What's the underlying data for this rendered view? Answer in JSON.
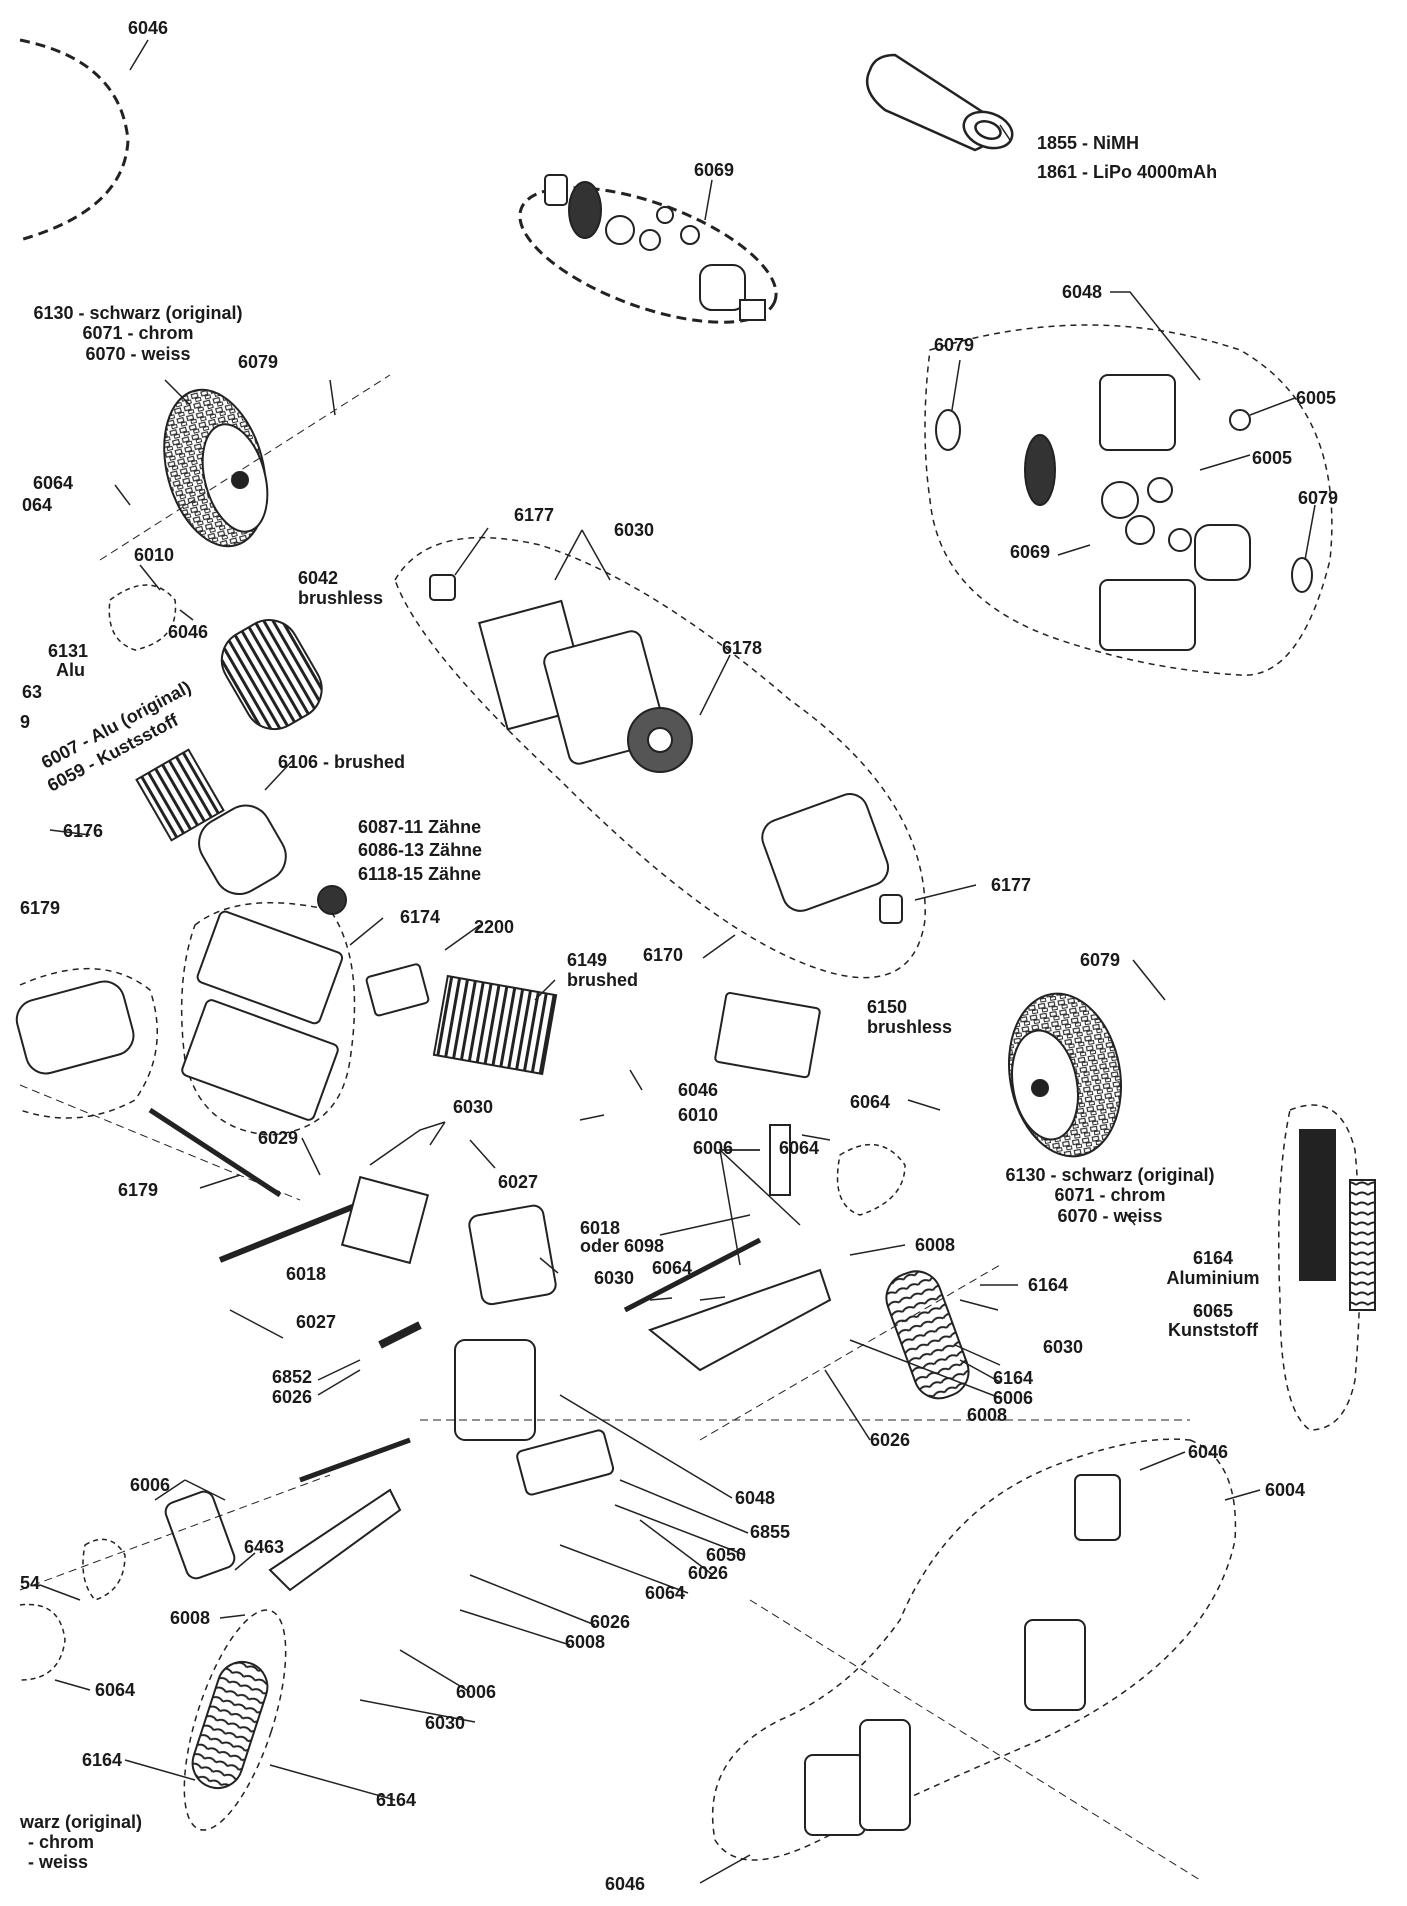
{
  "labels": {
    "l6046_top": "6046",
    "l1855": "1855 - NiMH",
    "l1861": "1861 - LiPo 4000mAh",
    "l6069_top": "6069",
    "l6048_top": "6048",
    "l6079_r1": "6079",
    "l6005_a": "6005",
    "l6005_b": "6005",
    "l6079_r2": "6079",
    "l6069_r": "6069",
    "l6130_l1": "6130 - schwarz (original)",
    "l6071_l": "6071 - chrom",
    "l6070_l": "6070 - weiss",
    "l6079_l": "6079",
    "l6064_a": "6064",
    "l6064_b": "064",
    "l6010_a": "6010",
    "l6046_l": "6046",
    "l6131": "6131",
    "lAlu": "Alu",
    "l63": "63",
    "l9": "9",
    "l6007": "6007 - Alu (original)",
    "l6059": "6059 - Kustsstoff",
    "l6042": "6042",
    "lbrushless_a": "brushless",
    "l6177_a": "6177",
    "l6030_a": "6030",
    "l6178": "6178",
    "l6106": "6106 - brushed",
    "l6176": "6176",
    "l6087": "6087-11 Zähne",
    "l6086": "6086-13 Zähne",
    "l6118": "6118-15 Zähne",
    "l6179_a": "6179",
    "l6174": "6174",
    "l2200": "2200",
    "l6149": "6149",
    "lbrushed_b": "brushed",
    "l6170": "6170",
    "l6177_b": "6177",
    "l6079_c": "6079",
    "l6150": "6150",
    "lbrushless_b": "brushless",
    "l6046_m": "6046",
    "l6010_m": "6010",
    "l6064_m1": "6064",
    "l6030_m": "6030",
    "l6029": "6029",
    "l6027_a": "6027",
    "l6006_m": "6006",
    "l6064_m2": "6064",
    "l6130_r": "6130 - schwarz (original)",
    "l6071_r": "6071 - chrom",
    "l6070_r": "6070 - weiss",
    "l6179_b": "6179",
    "l6018_a": "6018",
    "loder": "oder 6098",
    "l6064_m3": "6064",
    "l6008_a": "6008",
    "l6164_a": "6164",
    "lAluminium": "Aluminium",
    "l6065": "6065",
    "lKunststoff": "Kunststoff",
    "l6018_b": "6018",
    "l6030_c": "6030",
    "l6164_b": "6164",
    "l6027_b": "6027",
    "l6030_d": "6030",
    "l6852": "6852",
    "l6026_a": "6026",
    "l6164_c": "6164",
    "l6006_b": "6006",
    "l6008_b": "6008",
    "l6026_b": "6026",
    "l6046_r": "6046",
    "l6006_c": "6006",
    "l6048_b": "6048",
    "l6004": "6004",
    "l6463": "6463",
    "l6855": "6855",
    "l6050": "6050",
    "l6026_c": "6026",
    "l54": "54",
    "l6064_b2": "6064",
    "l6008_c": "6008",
    "l6026_d": "6026",
    "l6008_d": "6008",
    "l6064_b3": "6064",
    "l6006_d": "6006",
    "l6030_e": "6030",
    "l6164_d": "6164",
    "l6164_e": "6164",
    "lschwarz_b": "warz (original)",
    "lchrom_b": "- chrom",
    "lweiss_b": "- weiss",
    "l6046_b": "6046"
  }
}
